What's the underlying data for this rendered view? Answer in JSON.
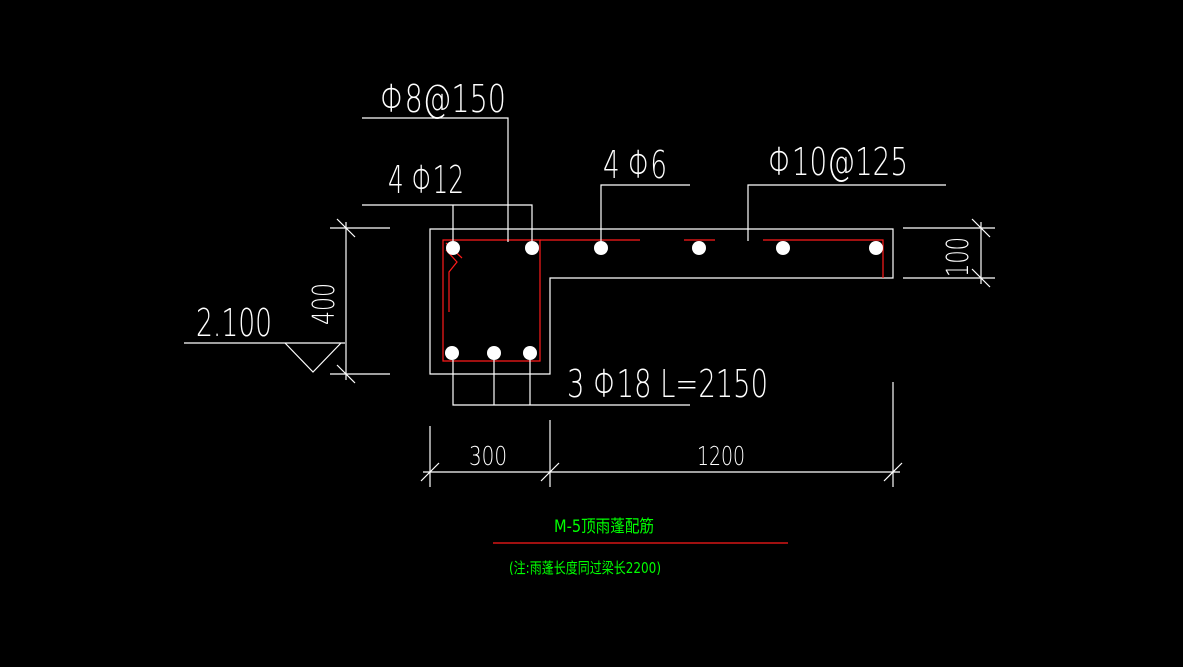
{
  "drawing": {
    "labels": {
      "stirrup_spec": "Φ8@150",
      "beam_top_bars": "4 Φ12",
      "slab_dist_bars": "4 Φ6",
      "slab_main_bars": "Φ10@125",
      "bottom_bars": "3 Φ18  L=2150",
      "elevation": "2.100",
      "dim_height": "400",
      "dim_slab_thickness": "100",
      "dim_beam_width": "300",
      "dim_cantilever": "1200"
    },
    "title": "M-5顶雨蓬配筋",
    "note": "(注:雨蓬长度同过梁长2200)",
    "colors": {
      "background": "#000000",
      "lines": "#ffffff",
      "rebar": "#ff1a1a",
      "title_text": "#00ff00",
      "title_underline": "#ff1a1a"
    }
  }
}
